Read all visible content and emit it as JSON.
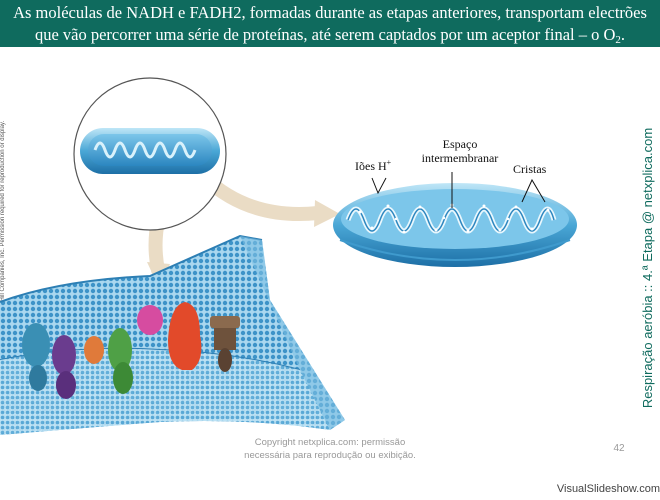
{
  "header": {
    "line1": "As moléculas de NADH e FADH2, formadas durante as etapas anteriores, transportam electrões",
    "line2": "que vão percorrer uma série de proteínas, até serem captados por um aceptor final – o O",
    "line2_sub": "2",
    "line2_end": "."
  },
  "side_left": "Copyright © The McGraw-Hill Companies, Inc. Permission required for reproduction or display.",
  "side_right": "Respiração aeróbia :: 4.ª Etapa @ netxplica.com",
  "labels": {
    "ions": "Iões H",
    "ions_sup": "+",
    "space_line1": "Espaço",
    "space_line2": "intermembranar",
    "cristae": "Cristas"
  },
  "copyright_line1": "Copyright netxplica.com: permissão",
  "copyright_line2": "necessária para reprodução ou exibição.",
  "page_number": "42",
  "brand": "VisualSlideshow.com",
  "colors": {
    "header_bg": "#0f6b5e",
    "accent": "#0f6b5e",
    "membrane": "#5fb3d9"
  }
}
